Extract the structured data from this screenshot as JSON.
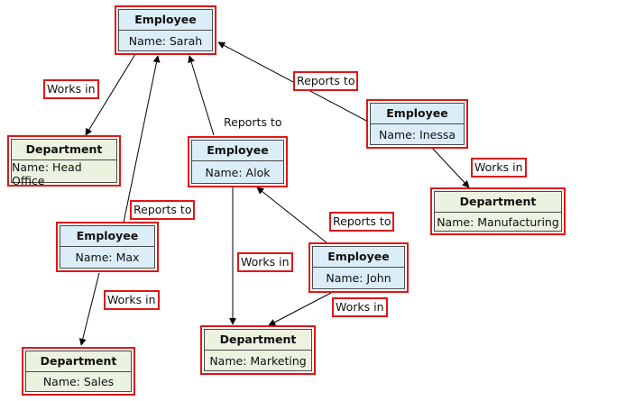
{
  "nodes": {
    "sarah": {
      "header": "Employee",
      "body": "Name: Sarah"
    },
    "inessa": {
      "header": "Employee",
      "body": "Name: Inessa"
    },
    "alok": {
      "header": "Employee",
      "body": "Name: Alok"
    },
    "max": {
      "header": "Employee",
      "body": "Name: Max"
    },
    "john": {
      "header": "Employee",
      "body": "Name: John"
    },
    "head_office": {
      "header": "Department",
      "body": "Name: Head Office"
    },
    "manufacturing": {
      "header": "Department",
      "body": "Name: Manufacturing"
    },
    "marketing": {
      "header": "Department",
      "body": "Name: Marketing"
    },
    "sales": {
      "header": "Department",
      "body": "Name: Sales"
    }
  },
  "edge_labels": {
    "sarah_works_in": "Works in",
    "inessa_reports_to": "Reports to",
    "alok_reports_to": "Reports to",
    "inessa_works_in": "Works in",
    "max_reports_to": "Reports to",
    "john_reports_to": "Reports to",
    "alok_works_in": "Works in",
    "max_works_in": "Works in",
    "john_works_in": "Works in"
  },
  "colors": {
    "highlight": "#e01616",
    "employee_fill": "#dbeef8",
    "department_fill": "#ecf2e0"
  }
}
